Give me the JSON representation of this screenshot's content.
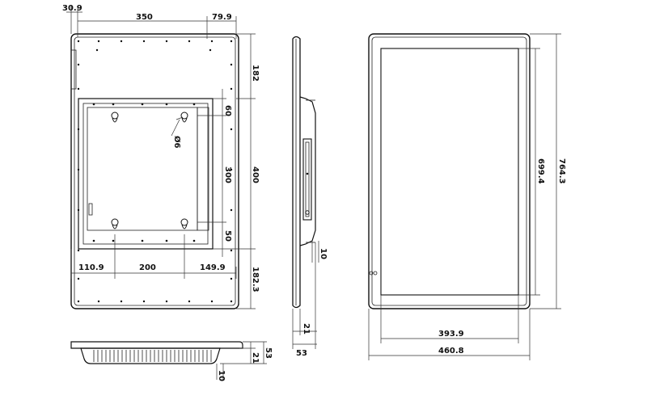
{
  "drawing": {
    "back_view": {
      "dims": {
        "edge_offset": "30.9",
        "top_width": "350",
        "top_right": "79.9",
        "top_height": "182",
        "vesa_upper": "60",
        "hole_diameter": "Ø6",
        "vesa_spacing": "300",
        "mount_height": "400",
        "vesa_lower": "50",
        "bottom_left": "110.9",
        "bottom_mid": "200",
        "bottom_right": "149.9",
        "bottom_height": "182.3"
      }
    },
    "bottom_view": {
      "dims": {
        "depth_total": "53",
        "depth_front": "21",
        "lip": "10"
      }
    },
    "side_view": {
      "dims": {
        "bracket_offset": "10",
        "depth_front": "21",
        "depth_total": "53"
      }
    },
    "front_view": {
      "dims": {
        "display_height": "699.4",
        "total_height": "764.3",
        "display_width": "393.9",
        "total_width": "460.8"
      }
    }
  }
}
